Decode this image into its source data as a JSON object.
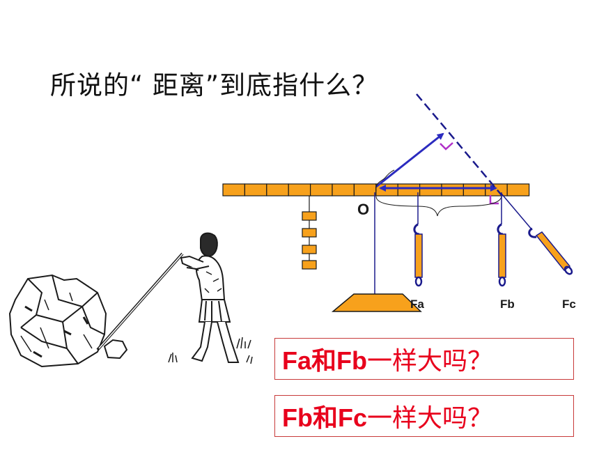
{
  "question": "所说的“ 距离”到底指什么？",
  "diagram": {
    "pivot_label": "O",
    "force_labels": [
      "Fa",
      "Fb",
      "Fc"
    ]
  },
  "questions": [
    {
      "forces": "Fa和Fb",
      "text": " 一样大吗？"
    },
    {
      "forces": "Fb和Fc",
      "text": " 一样大吗？"
    }
  ],
  "colors": {
    "lever": "#f7a11c",
    "outline": "#1a1a1a",
    "force_line": "#1a1a8c",
    "pivot_line": "#2b2bbf",
    "right_angle": "#b030c8",
    "answer_text": "#e8001c",
    "answer_border": "#c83a3a"
  }
}
